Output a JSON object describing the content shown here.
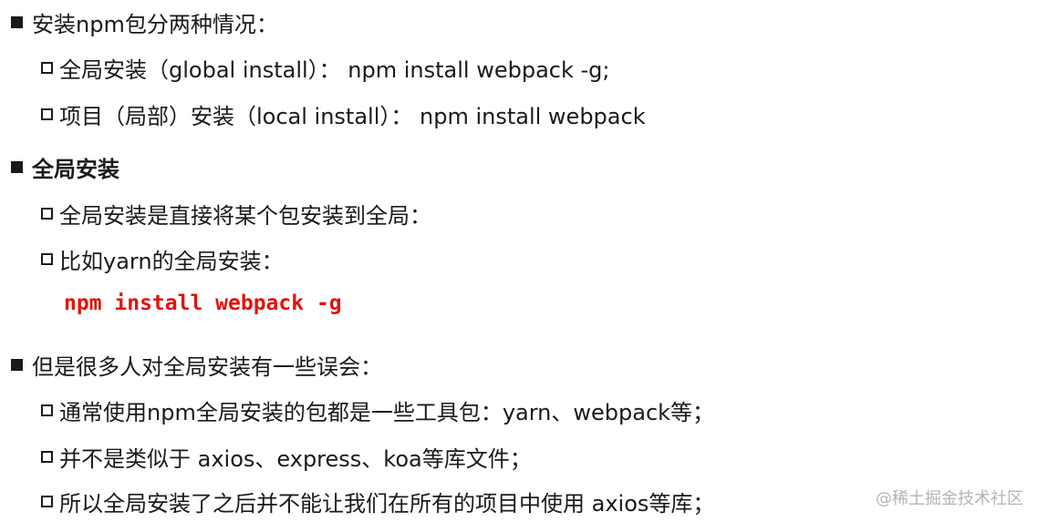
{
  "sections": [
    {
      "heading": "安装npm包分两种情况：",
      "items": [
        "全局安装（global install）： npm install webpack -g;",
        "项目（局部）安装（local install）： npm install webpack"
      ]
    },
    {
      "heading": "全局安装",
      "items": [
        "全局安装是直接将某个包安装到全局：",
        "比如yarn的全局安装："
      ],
      "code": "npm install webpack -g"
    },
    {
      "heading": "但是很多人对全局安装有一些误会：",
      "items": [
        "通常使用npm全局安装的包都是一些工具包：yarn、webpack等；",
        "并不是类似于 axios、express、koa等库文件；",
        "所以全局安装了之后并不能让我们在所有的项目中使用 axios等库；"
      ]
    }
  ],
  "watermark": "@稀土掘金技术社区",
  "colors": {
    "text": "#1a1a1a",
    "code": "#e3120b",
    "watermark": "#b5b5b5"
  }
}
